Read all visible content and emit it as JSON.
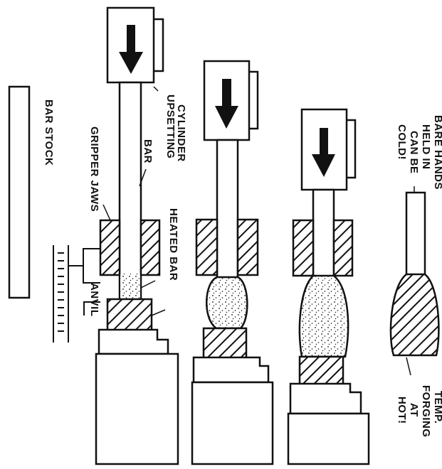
{
  "labels": {
    "bar_stock": "BAR STOCK",
    "gripper_jaws": "GRIPPER JAWS",
    "bar": "BAR",
    "upsetting": "UPSETTING",
    "cylinder": "CYLINDER",
    "heated_bar": "HEATED BAR",
    "anvil": "ANVIL",
    "cold_1": "COLD!",
    "cold_2": "CAN BE",
    "cold_3": "HELD IN",
    "cold_4": "BARE HANDS",
    "hot_1": "HOT!",
    "hot_2": "AT",
    "hot_3": "FORGING",
    "hot_4": "TEMP."
  },
  "colors": {
    "ink": "#111111",
    "paper": "#ffffff"
  }
}
